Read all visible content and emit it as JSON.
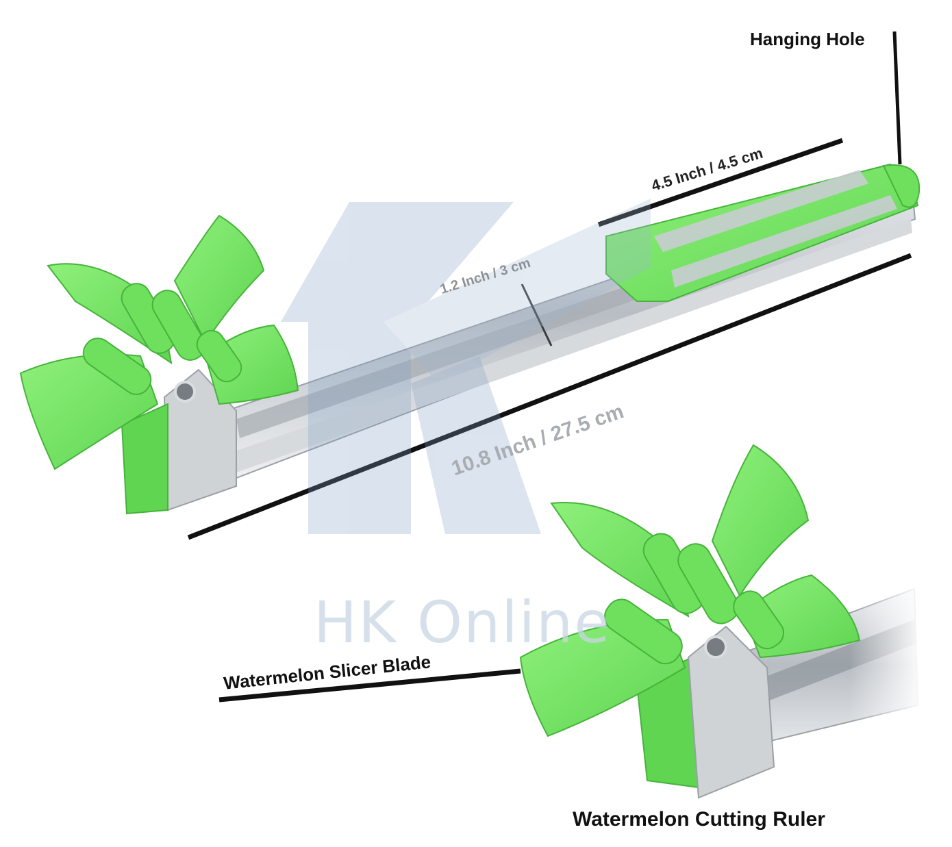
{
  "labels": {
    "hanging_hole": "Hanging Hole",
    "dim_handle": "4.5 Inch / 4.5 cm",
    "dim_width": "1.2 Inch / 3 cm",
    "dim_length": "10.8 Inch / 27.5 cm",
    "slicer_blade": "Watermelon Slicer Blade",
    "cutting_ruler": "Watermelon Cutting Ruler"
  },
  "watermark": {
    "text": "HK Online",
    "icon": "hk-logo-icon"
  },
  "colors": {
    "green": "#7fe86a",
    "green_dark": "#55c94a",
    "steel": "#c9cdd1",
    "steel_dark": "#9aa0a6",
    "line": "#111111"
  }
}
